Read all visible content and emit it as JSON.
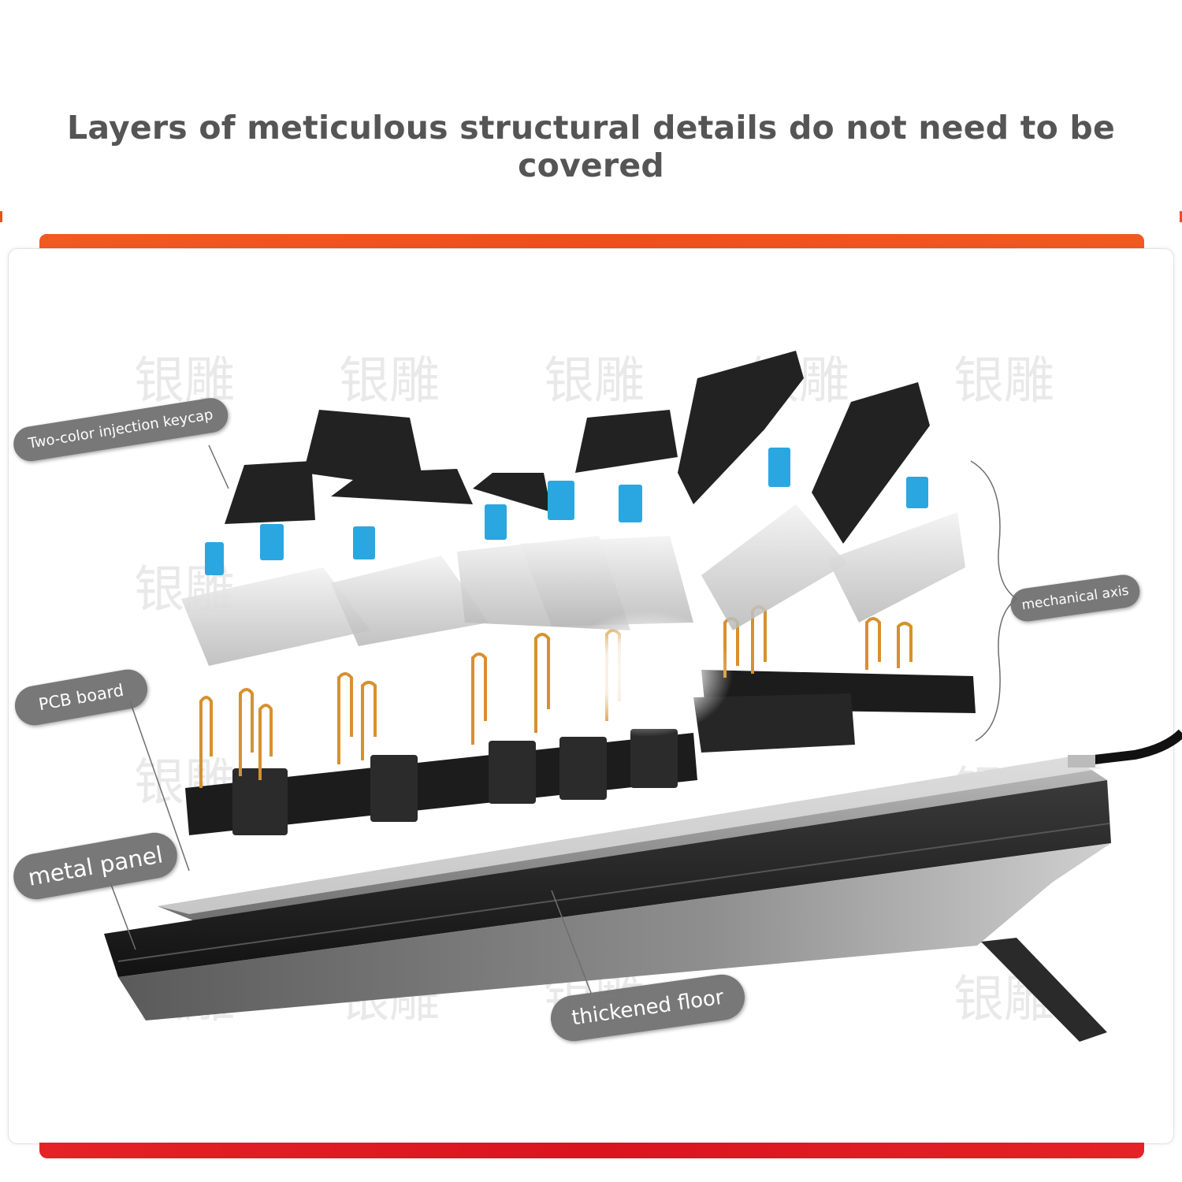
{
  "headline": "Layers of meticulous structural details do not need to be covered",
  "watermark": "银雕",
  "callouts": {
    "keycap": "Two-color injection keycap",
    "switch": "mechanical axis",
    "pcb": "PCB board",
    "panel": "metal panel",
    "floor": "thickened floor"
  },
  "colors": {
    "accent_top": "#f15a22",
    "accent_bottom": "#e11a22",
    "switch_stem": "#2aa7e0",
    "keycap": "#222222",
    "pin": "#d7902f"
  }
}
